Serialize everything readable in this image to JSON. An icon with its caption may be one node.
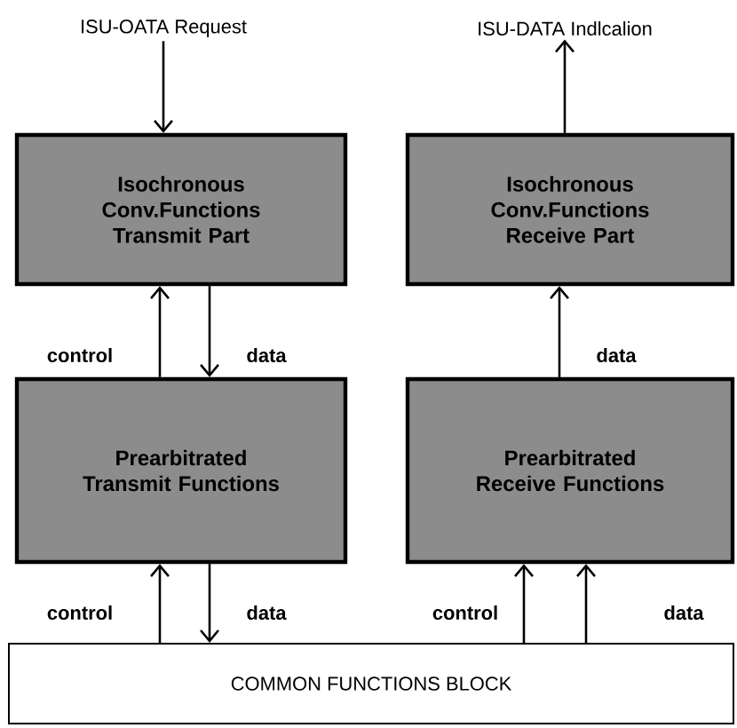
{
  "diagram": {
    "nodes": [
      {
        "text": [
          "ISU-OATA Request"
        ]
      },
      {
        "text": [
          "ISU-DATA Indlcalion"
        ]
      },
      {
        "text": [
          "Isochronous Conv.Functions Transmit Part"
        ]
      },
      {
        "text": [
          "Isochronous Conv.Functions Receive Part"
        ]
      },
      {
        "text": [
          "Prearbitrated Transmit Functions"
        ]
      },
      {
        "text": [
          "Prearbitrated Receive Functions"
        ]
      },
      {
        "text": [
          "COMMON FUNCTIONS BLOCK"
        ]
      }
    ],
    "edges": [
      {
        "from": 0,
        "to": 2,
        "arrow": "to"
      },
      {
        "from": 3,
        "to": 1,
        "arrow": "to"
      },
      {
        "from": 4,
        "to": 2,
        "arrow": "to",
        "label": "control"
      },
      {
        "from": 2,
        "to": 4,
        "arrow": "to",
        "label": "data"
      },
      {
        "from": 5,
        "to": 3,
        "arrow": "to",
        "label": "data"
      },
      {
        "from": 6,
        "to": 4,
        "arrow": "to",
        "label": "control"
      },
      {
        "from": 4,
        "to": 6,
        "arrow": "to",
        "label": "data"
      },
      {
        "from": 6,
        "to": 5,
        "arrow": "to",
        "label": "control"
      },
      {
        "from": 6,
        "to": 5,
        "arrow": "to",
        "label": "data"
      }
    ]
  }
}
